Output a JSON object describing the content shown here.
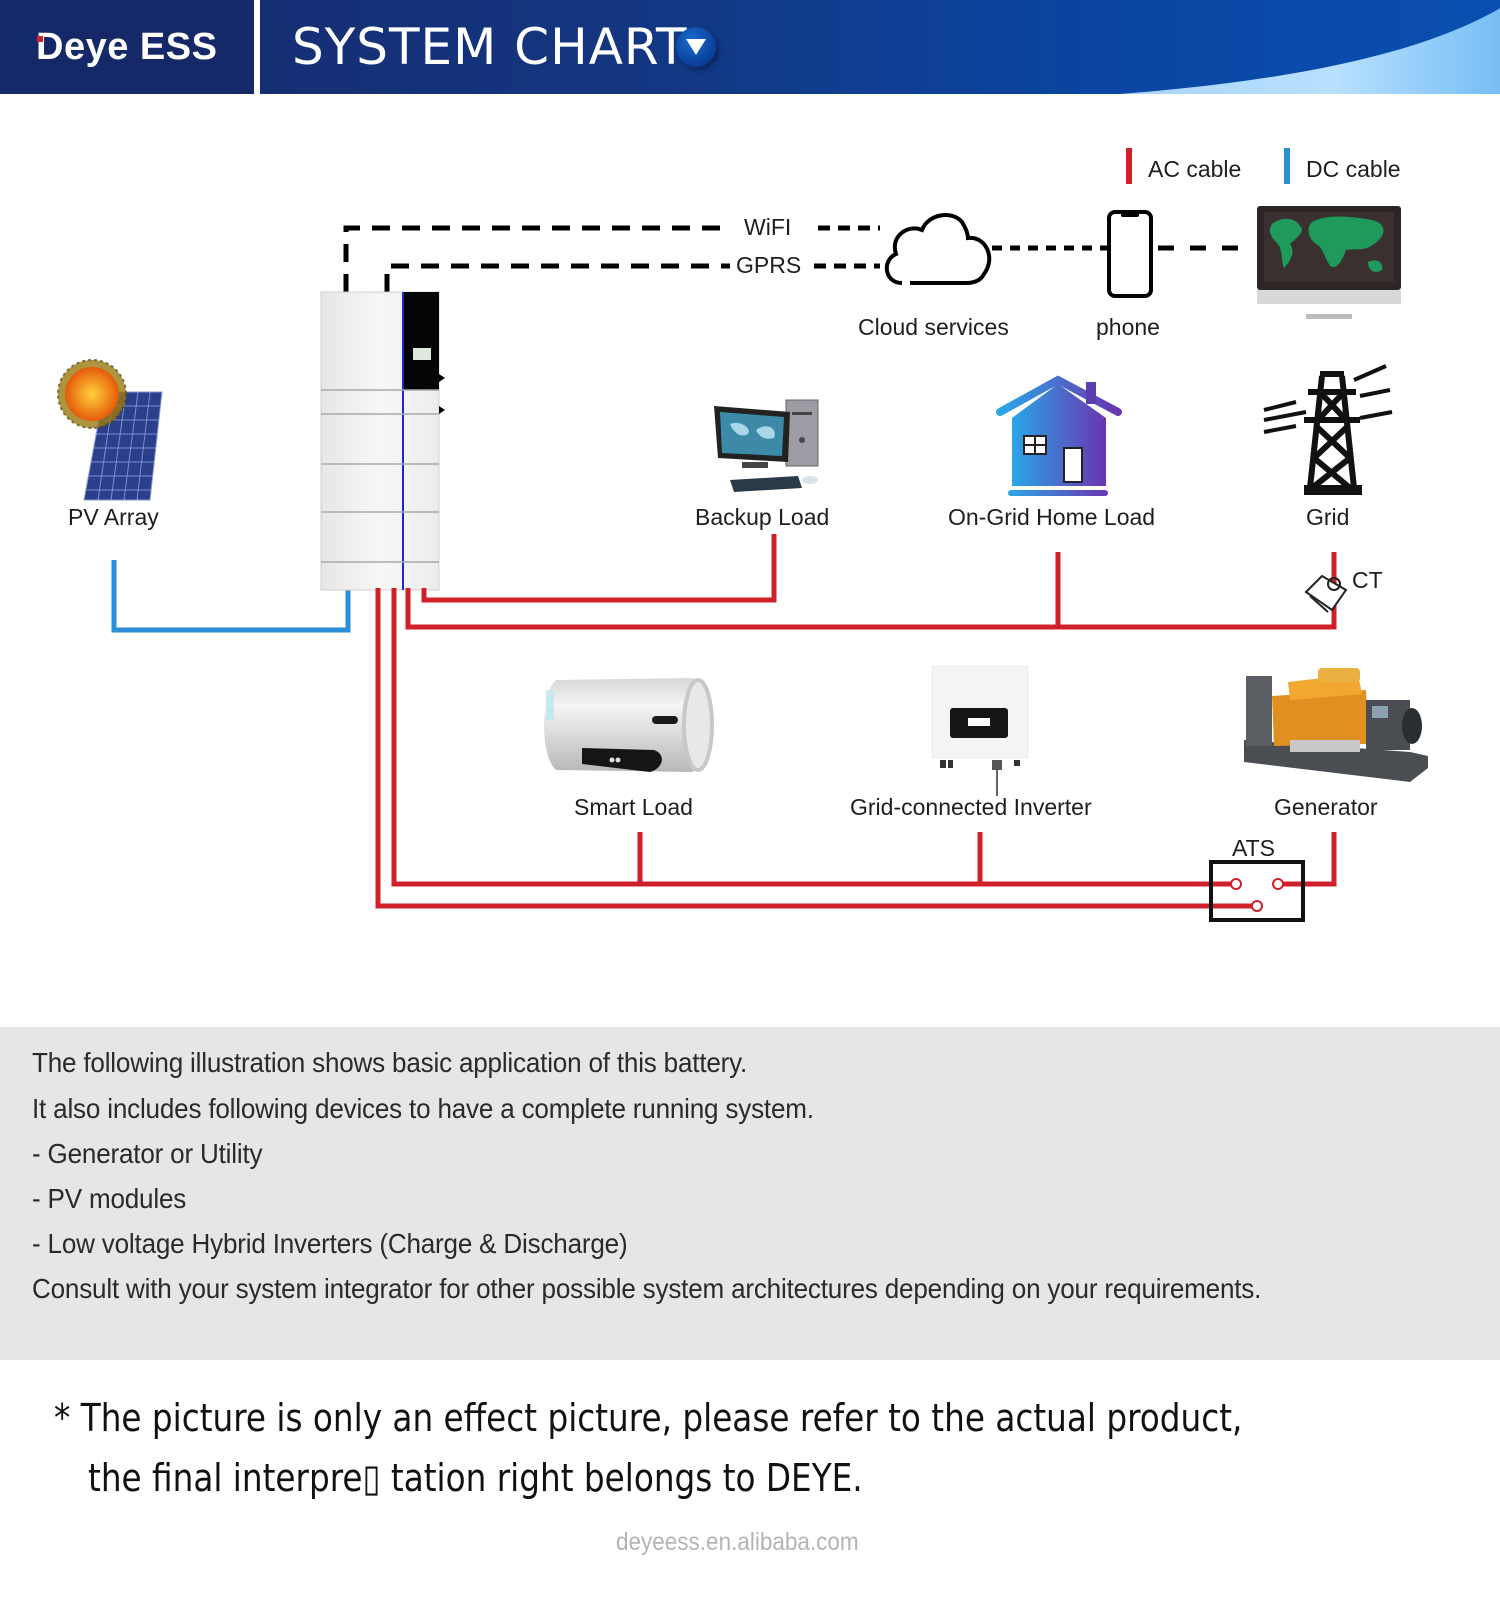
{
  "header": {
    "logo_brand": "Deye",
    "logo_suffix": "ESS",
    "title": "SYSTEM CHART",
    "dropdown_icon": "triangle-down-icon",
    "colors": {
      "header_dark": "#152868",
      "header_blue": "#0a4fb0",
      "accent_light": "#6bb8f5"
    }
  },
  "legend": [
    {
      "label": "AC cable",
      "color": "#d0202a"
    },
    {
      "label": "DC cable",
      "color": "#2a8fd6"
    }
  ],
  "communication": {
    "wifi_label": "WiFI",
    "gprs_label": "GPRS"
  },
  "nodes": {
    "cloud": {
      "label": "Cloud services",
      "icon": "cloud-icon"
    },
    "phone": {
      "label": "phone",
      "icon": "smartphone-icon"
    },
    "monitor": {
      "label": "",
      "icon": "monitor-world-map-icon"
    },
    "pv_array": {
      "label": "PV Array",
      "icon": "solar-panel-sun-icon"
    },
    "battery_inverter": {
      "label": "",
      "icon": "battery-inverter-stack-icon"
    },
    "backup_load": {
      "label": "Backup Load",
      "icon": "desktop-computer-icon"
    },
    "home_load": {
      "label": "On-Grid Home Load",
      "icon": "house-icon"
    },
    "grid": {
      "label": "Grid",
      "icon": "power-tower-icon"
    },
    "ct": {
      "label": "CT",
      "icon": "current-transformer-icon"
    },
    "smart_load": {
      "label": "Smart Load",
      "icon": "water-heater-icon"
    },
    "grid_inverter": {
      "label": "Grid-connected Inverter",
      "icon": "string-inverter-icon"
    },
    "generator": {
      "label": "Generator",
      "icon": "diesel-generator-icon"
    },
    "ats": {
      "label": "ATS",
      "icon": "transfer-switch-icon"
    }
  },
  "info": {
    "lines": [
      "The following illustration shows basic application of this battery.",
      "It also includes following devices to have a complete running system.",
      "- Generator or Utility",
      "- PV modules",
      "- Low voltage Hybrid Inverters (Charge & Discharge)",
      "Consult with your system integrator for other possible system architectures depending on your requirements."
    ]
  },
  "disclaimer": {
    "line1": "* The picture is only an effect picture, please refer to the actual product,",
    "line2": "the final interpre▯ tation right belongs to DEYE."
  },
  "watermark": "deyeess.en.alibaba.com"
}
